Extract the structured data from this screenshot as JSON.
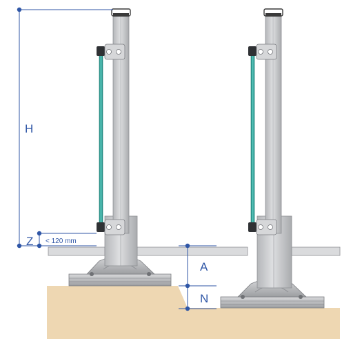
{
  "dimensions": {
    "height_label": "H",
    "gap_label": "Z",
    "gap_note": "< 120 mm",
    "surface_label": "A",
    "embed_label": "N"
  },
  "colors": {
    "dimension_line": "#2f56a6",
    "post": "#c9cacc",
    "post_edge": "#8e9094",
    "glass": "#2aa59a",
    "ground": "#eed7b2",
    "slab": "#d9d9d9",
    "cap": "#3a3a3a"
  }
}
